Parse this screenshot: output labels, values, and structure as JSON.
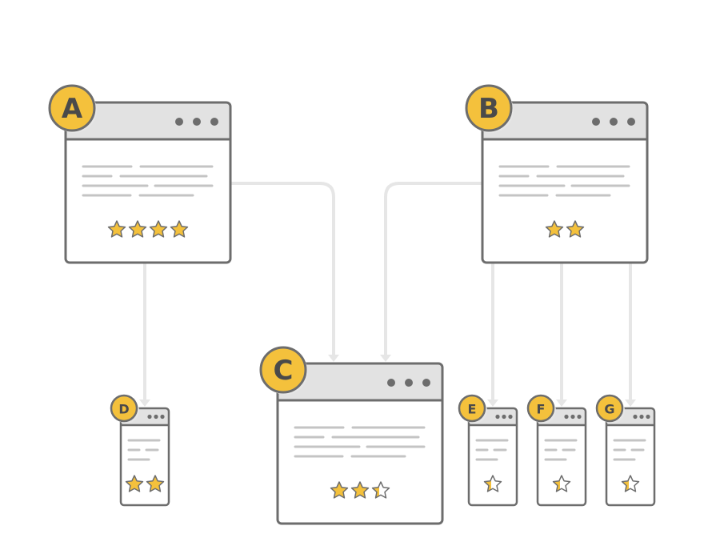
{
  "colors": {
    "frame_stroke": "#6d6d6d",
    "title_bar": "#e2e2e2",
    "window_bg": "#ffffff",
    "text_line": "#c4c4c4",
    "connector": "#e6e6e6",
    "badge_fill": "#f4c13c",
    "star_fill": "#f4c13c",
    "star_stroke": "#6d6d6d"
  },
  "nodes": [
    {
      "id": "A",
      "label": "A",
      "stars": 4
    },
    {
      "id": "B",
      "label": "B",
      "stars": 2
    },
    {
      "id": "C",
      "label": "C",
      "stars": 2.5
    },
    {
      "id": "D",
      "label": "D",
      "stars": 2
    },
    {
      "id": "E",
      "label": "E",
      "stars": 0.5
    },
    {
      "id": "F",
      "label": "F",
      "stars": 0.5
    },
    {
      "id": "G",
      "label": "G",
      "stars": 0.5
    }
  ],
  "edges": [
    {
      "from": "A",
      "to": "C"
    },
    {
      "from": "B",
      "to": "C"
    },
    {
      "from": "A",
      "to": "D"
    },
    {
      "from": "B",
      "to": "E"
    },
    {
      "from": "B",
      "to": "F"
    },
    {
      "from": "B",
      "to": "G"
    }
  ]
}
